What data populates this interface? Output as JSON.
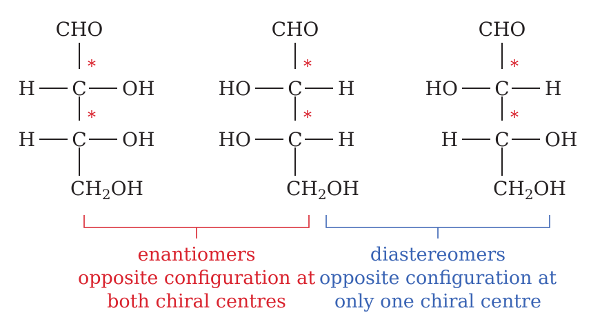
{
  "colors": {
    "ink": "#231f20",
    "enantiomer": "#d9232e",
    "diastereomer": "#3a64b4"
  },
  "molecules": [
    {
      "top": "CHO",
      "rows": [
        {
          "left": "H",
          "right": "OH"
        },
        {
          "left": "H",
          "right": "OH"
        }
      ],
      "bottom": {
        "a": "CH",
        "sub": "2",
        "b": "OH"
      },
      "chiral_marker": "*"
    },
    {
      "top": "CHO",
      "rows": [
        {
          "left": "HO",
          "right": "H"
        },
        {
          "left": "HO",
          "right": "H"
        }
      ],
      "bottom": {
        "a": "CH",
        "sub": "2",
        "b": "OH"
      },
      "chiral_marker": "*"
    },
    {
      "top": "CHO",
      "rows": [
        {
          "left": "HO",
          "right": "H"
        },
        {
          "left": "H",
          "right": "OH"
        }
      ],
      "bottom": {
        "a": "CH",
        "sub": "2",
        "b": "OH"
      },
      "chiral_marker": "*"
    }
  ],
  "center_atom": "C",
  "groups": [
    {
      "lines": [
        "enantiomers",
        "opposite configuration at",
        "both chiral centres"
      ],
      "color_key": "enantiomer"
    },
    {
      "lines": [
        "diastereomers",
        "opposite configuration at",
        "only one chiral centre"
      ],
      "color_key": "diastereomer"
    }
  ]
}
